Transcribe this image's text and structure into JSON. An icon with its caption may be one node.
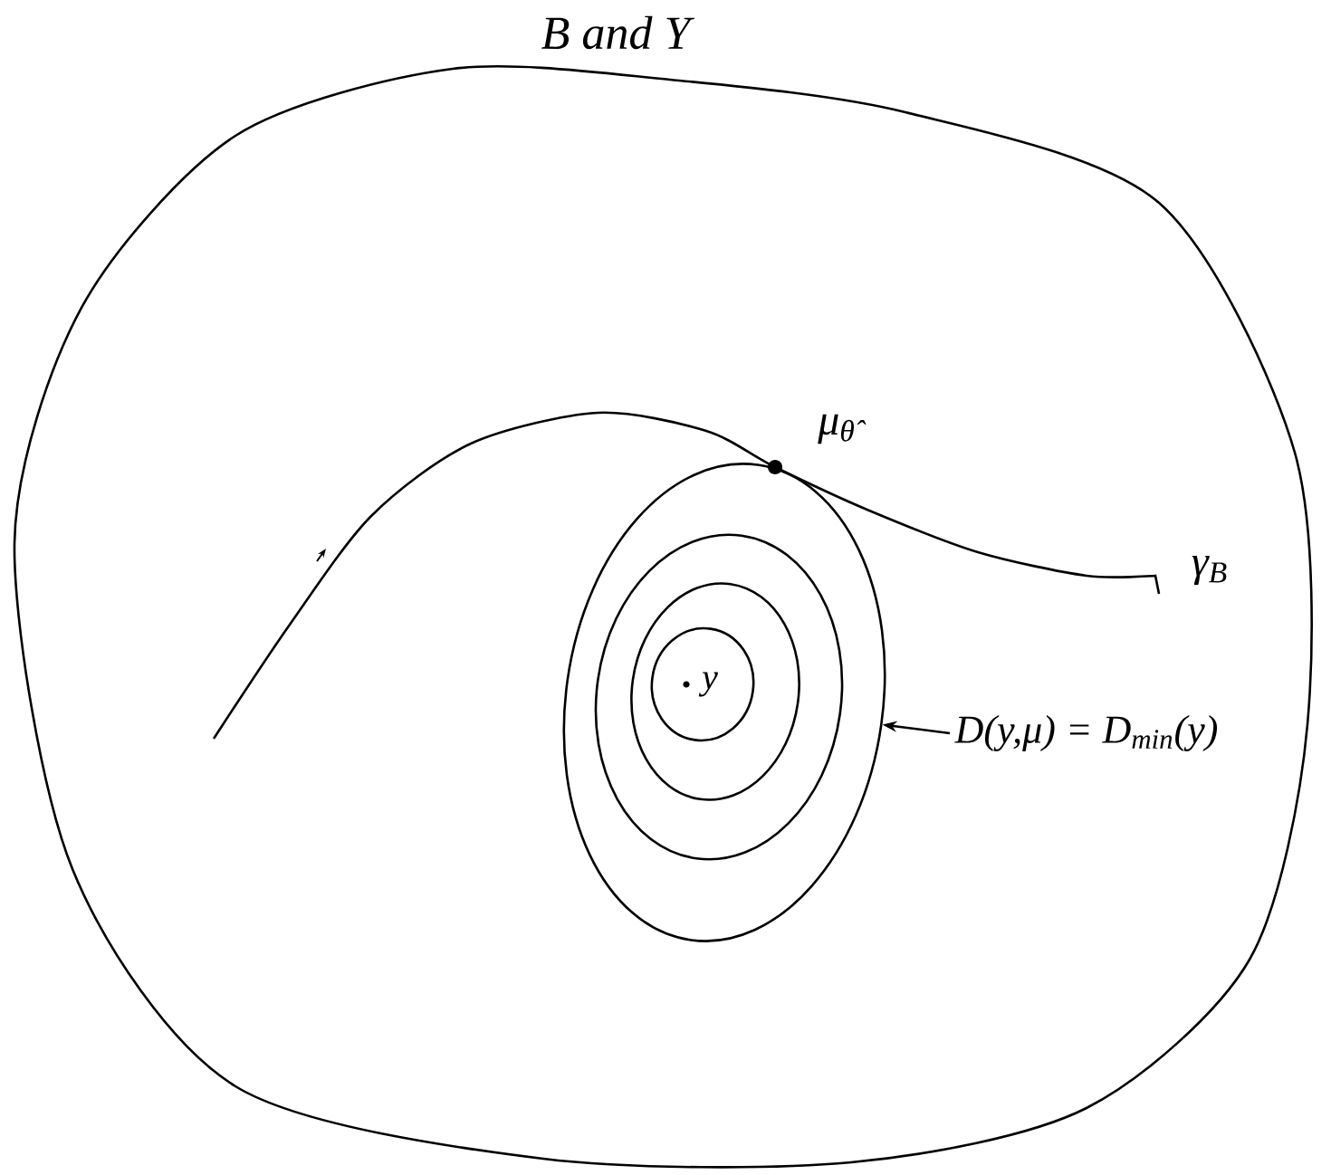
{
  "diagram": {
    "nodes": [
      {
        "text": [
          "B and Y"
        ]
      },
      {
        "text": [],
        "shape": "circle",
        "in": 0
      },
      {
        "text": [],
        "shape": "circle",
        "in": 1
      },
      {
        "text": [],
        "shape": "circle",
        "in": 2
      },
      {
        "text": [
          "y"
        ],
        "in": 3
      },
      {
        "text": [
          "D(y,μ) = D$_{min}$(y)"
        ],
        "in": 0
      }
    ],
    "edges": [
      {
        "from": 5,
        "to": 1,
        "arrow": "to"
      }
    ],
    "labels": [
      "μ$_{θ̂}$",
      "γ$_{B}$"
    ]
  }
}
